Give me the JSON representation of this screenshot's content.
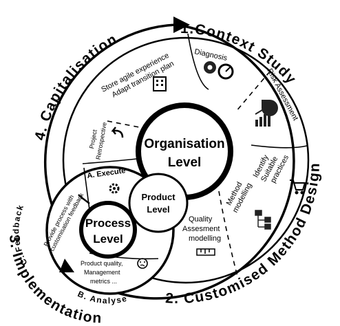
{
  "outer_ring": {
    "context_study": "1.Context Study",
    "customised_method_design": "2. Customised Method Design",
    "implementation": "3. Implementation",
    "capitalisation": "4. Capitalisation"
  },
  "context_study": {
    "diagnosis": "Diagnosis",
    "risk_assessment": "Risk Assessment"
  },
  "method_design": {
    "identify": "Identify",
    "suitable": "Suitable",
    "practices": "practices",
    "method": "Method",
    "modelling": "modelling",
    "quality": "Quality",
    "assessment": "Assesment",
    "qa_modelling": "modelling"
  },
  "capitalisation": {
    "store_agile": "Store agile experience",
    "adapt_transition": "Adapt transition plan",
    "project": "Project",
    "retrospective": "Retrospective"
  },
  "implementation": {
    "execute": "A. Execute",
    "analyse": "B. Analyse",
    "feedback": "C. Feedback",
    "provide_process": "Provide process with",
    "customisation_feedback": "customisation feedback",
    "product_quality": "Product quality,",
    "management_metrics": "Management",
    "metrics": "metrics ..."
  },
  "levels": {
    "organisation_1": "Organisation",
    "organisation_2": "Level",
    "product_1": "Product",
    "product_2": "Level",
    "process_1": "Process",
    "process_2": "Level"
  }
}
